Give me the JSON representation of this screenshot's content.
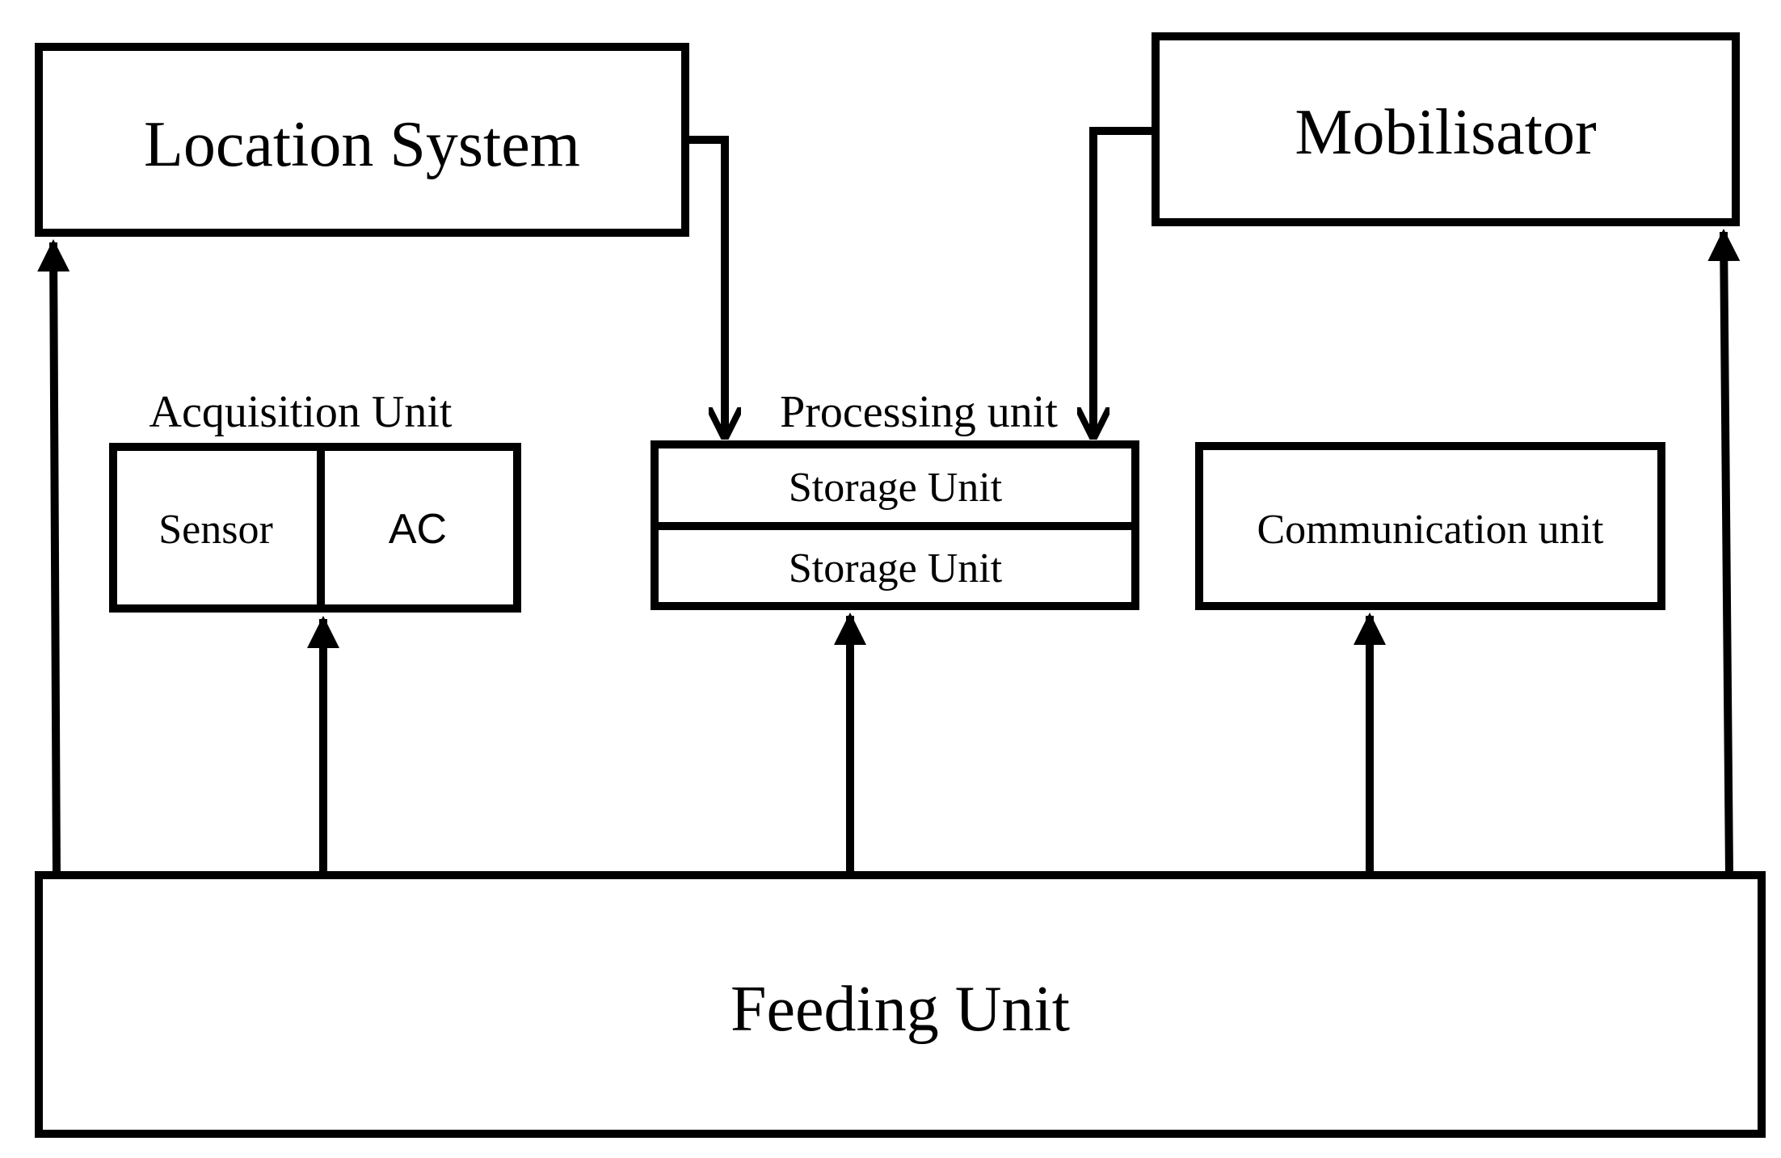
{
  "diagram": {
    "location_system": "Location System",
    "mobilisator": "Mobilisator",
    "acquisition_unit": {
      "title": "Acquisition  Unit",
      "sensor": "Sensor",
      "ac": "AC"
    },
    "processing_unit": {
      "title": "Processing unit",
      "storage_top": "Storage Unit",
      "storage_bottom": "Storage Unit"
    },
    "communication_unit": "Communication  unit",
    "feeding_unit": "Feeding Unit"
  }
}
